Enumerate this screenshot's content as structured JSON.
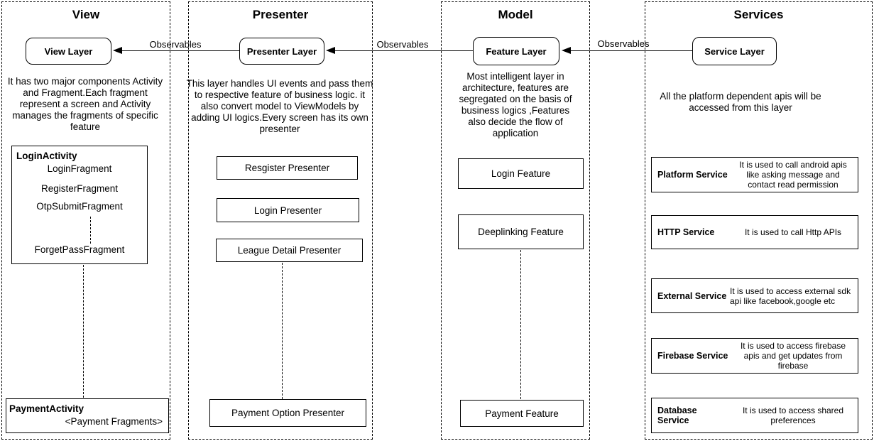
{
  "colors": {
    "background": "#ffffff",
    "line": "#000000",
    "text": "#000000"
  },
  "columns": {
    "view": {
      "title": "View",
      "layer_label": "View Layer",
      "description": "It has two major components Activity and Fragment.Each fragment represent a screen and Activity manages the fragments of specific feature"
    },
    "presenter": {
      "title": "Presenter",
      "layer_label": "Presenter Layer",
      "description": "This layer handles  UI events and pass them to respective feature of business logic. it also convert model to ViewModels by adding UI logics.Every screen has its own presenter",
      "boxes": [
        "Resgister Presenter",
        "Login Presenter",
        "League Detail Presenter"
      ],
      "bottom_box": "Payment Option Presenter"
    },
    "model": {
      "title": "Model",
      "layer_label": "Feature Layer",
      "description": "Most intelligent layer in architecture, features are segregated on the basis of business logics ,Features also decide the flow of application",
      "boxes": [
        "Login Feature",
        "Deeplinking Feature"
      ],
      "bottom_box": "Payment Feature"
    },
    "services": {
      "title": "Services",
      "layer_label": "Service Layer",
      "description": "All the platform dependent apis will be accessed from this layer",
      "boxes": [
        {
          "name": "Platform Service",
          "description": "It is used to call android apis like asking message and contact read permission"
        },
        {
          "name": "HTTP Service",
          "description": "It is used to call Http APIs"
        },
        {
          "name": "External Service",
          "description": "It is used to access external sdk api like facebook,google etc"
        },
        {
          "name": "Firebase Service",
          "description": "It is used to access firebase apis and get updates from firebase"
        },
        {
          "name": "Database Service",
          "description": "It is used to access shared preferences"
        }
      ]
    }
  },
  "arrows": [
    {
      "label": "Observables"
    },
    {
      "label": "Observables"
    },
    {
      "label": "Observables"
    }
  ],
  "view_content": {
    "login_activity": {
      "title": "LoginActivity",
      "fragments": [
        "LoginFragment",
        "RegisterFragment",
        "OtpSubmitFragment"
      ],
      "last_fragment": "ForgetPassFragment"
    },
    "payment_activity": {
      "title": "PaymentActivity",
      "subtitle": "<Payment Fragments>"
    }
  }
}
